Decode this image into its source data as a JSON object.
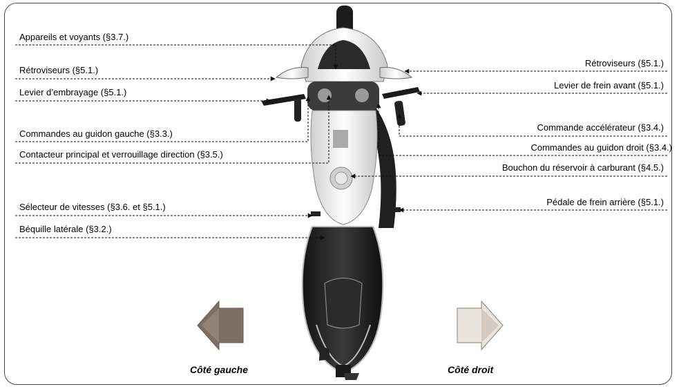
{
  "left_labels": [
    "Appareils et voyants (§3.7.)",
    "Rétroviseurs (§5.1.)",
    "Levier d’embrayage (§5.1.)",
    "Commandes au guidon gauche (§3.3.)",
    "Contacteur principal et verrouillage direction (§3.5.)",
    "Sélecteur de vitesses (§3.6. et §5.1.)",
    "Béquille latérale (§3.2.)"
  ],
  "right_labels": [
    "Rétroviseurs (§5.1.)",
    "Levier de frein avant (§5.1.)",
    "Commande accélérateur (§3.4.)",
    "Commandes au guidon droit (§3.4.)",
    "Bouchon du réservoir à carburant (§4.5.)",
    "Pédale de frein arrière (§5.1.)"
  ],
  "side_left": "Côté gauche",
  "side_right": "Côté droit",
  "colors": {
    "frame": "#4a4a4a",
    "leader": "#111111",
    "arrow_dark": "#7d7062",
    "arrow_light": "#e9e4dd"
  }
}
